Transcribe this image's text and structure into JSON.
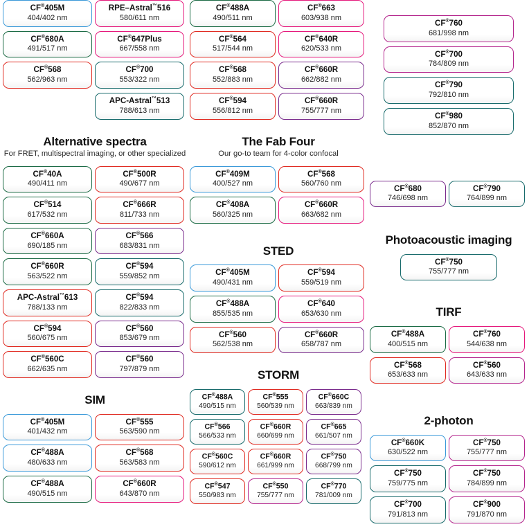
{
  "colors": {
    "blue": "#3b9ad9",
    "green": "#1c6b45",
    "red": "#e02b22",
    "pink": "#e5197c",
    "teal": "#186b6c",
    "purple": "#7a2c8d",
    "magenta": "#b4258d"
  },
  "left": {
    "top_group": {
      "chips": [
        {
          "name": "CF",
          "reg": "®",
          "num": "405M",
          "spec": "404/402 nm",
          "color": "blue"
        },
        {
          "name": "RPE–Astral",
          "tm": "™",
          "num": "516",
          "spec": "580/611 nm",
          "color": "pink"
        },
        {
          "name": "CF",
          "reg": "®",
          "num": "680A",
          "spec": "491/517 nm",
          "color": "green"
        },
        {
          "name": "CF",
          "reg": "®",
          "num": "647Plus",
          "spec": "667/558 nm",
          "color": "pink"
        },
        {
          "name": "CF",
          "reg": "®",
          "num": "568",
          "spec": "562/963 nm",
          "color": "red"
        },
        {
          "name": "CF",
          "reg": "®",
          "num": "700",
          "spec": "553/322 nm",
          "color": "teal"
        },
        {
          "name": "",
          "num": "",
          "spec": "",
          "color": "none",
          "empty": true
        },
        {
          "name": "APC-Astral",
          "tm": "™",
          "num": "513",
          "spec": "788/613 nm",
          "color": "teal"
        }
      ]
    },
    "alternative": {
      "title": "Alternative spectra",
      "subtitle": "For FRET, multispectral imaging, or other specialized",
      "chips": [
        {
          "name": "CF",
          "reg": "®",
          "num": "40A",
          "spec": "490/411 nm",
          "color": "green"
        },
        {
          "name": "CF",
          "reg": "®",
          "num": "500R",
          "spec": "490/677 nm",
          "color": "red"
        },
        {
          "name": "CF",
          "reg": "®",
          "num": "514",
          "spec": "617/532 nm",
          "color": "green"
        },
        {
          "name": "CF",
          "reg": "®",
          "num": "666R",
          "spec": "811/733 nm",
          "color": "red"
        },
        {
          "name": "CF",
          "reg": "®",
          "num": "660A",
          "spec": "690/185 nm",
          "color": "green"
        },
        {
          "name": "CF",
          "reg": "®",
          "num": "566",
          "spec": "683/831 nm",
          "color": "purple"
        },
        {
          "name": "CF",
          "reg": "®",
          "num": "660R",
          "spec": "563/522 nm",
          "color": "green"
        },
        {
          "name": "CF",
          "reg": "®",
          "num": "594",
          "spec": "559/852 nm",
          "color": "teal"
        },
        {
          "name": "APC-Astral",
          "tm": "™",
          "num": "613",
          "spec": "788/133 nm",
          "color": "red"
        },
        {
          "name": "CF",
          "reg": "®",
          "num": "594",
          "spec": "822/833 nm",
          "color": "teal"
        },
        {
          "name": "CF",
          "reg": "®",
          "num": "594",
          "spec": "560/675 nm",
          "color": "red"
        },
        {
          "name": "CF",
          "reg": "®",
          "num": "560",
          "spec": "853/679 nm",
          "color": "purple"
        },
        {
          "name": "CF",
          "reg": "®",
          "num": "560C",
          "spec": "662/635 nm",
          "color": "red"
        },
        {
          "name": "CF",
          "reg": "®",
          "num": "560",
          "spec": "797/879 nm",
          "color": "purple"
        }
      ]
    },
    "sim": {
      "title": "SIM",
      "chips": [
        {
          "name": "CF",
          "reg": "®",
          "num": "405M",
          "spec": "401/432 nm",
          "color": "blue"
        },
        {
          "name": "CF",
          "reg": "®",
          "num": "555",
          "spec": "563/590 nm",
          "color": "red"
        },
        {
          "name": "CF",
          "reg": "®",
          "num": "488A",
          "spec": "480/633 nm",
          "color": "blue"
        },
        {
          "name": "CF",
          "reg": "®",
          "num": "568",
          "spec": "563/583 nm",
          "color": "red"
        },
        {
          "name": "CF",
          "reg": "®",
          "num": "488A",
          "spec": "490/515 nm",
          "color": "green"
        },
        {
          "name": "CF",
          "reg": "®",
          "num": "660R",
          "spec": "643/870 nm",
          "color": "pink"
        }
      ]
    }
  },
  "mid": {
    "top_group": {
      "chips": [
        {
          "name": "CF",
          "reg": "®",
          "num": "488A",
          "spec": "490/511 nm",
          "color": "green"
        },
        {
          "name": "CF",
          "reg": "®",
          "num": "663",
          "spec": "603/938 nm",
          "color": "pink"
        },
        {
          "name": "CF",
          "reg": "®",
          "num": "564",
          "spec": "517/544 nm",
          "color": "red"
        },
        {
          "name": "CF",
          "reg": "®",
          "num": "640R",
          "spec": "620/533 nm",
          "color": "pink"
        },
        {
          "name": "CF",
          "reg": "®",
          "num": "568",
          "spec": "552/883 nm",
          "color": "red"
        },
        {
          "name": "CF",
          "reg": "®",
          "num": "660R",
          "spec": "662/882 nm",
          "color": "purple"
        },
        {
          "name": "CF",
          "reg": "®",
          "num": "594",
          "spec": "556/812 nm",
          "color": "red"
        },
        {
          "name": "CF",
          "reg": "®",
          "num": "660R",
          "spec": "755/777 nm",
          "color": "purple"
        }
      ]
    },
    "fab_four": {
      "title": "The Fab Four",
      "subtitle": "Our go-to team for 4-color confocal",
      "chips": [
        {
          "name": "CF",
          "reg": "®",
          "num": "409M",
          "spec": "400/527 nm",
          "color": "blue"
        },
        {
          "name": "CF",
          "reg": "®",
          "num": "568",
          "spec": "560/760 nm",
          "color": "red"
        },
        {
          "name": "CF",
          "reg": "®",
          "num": "408A",
          "spec": "560/325 nm",
          "color": "green"
        },
        {
          "name": "CF",
          "reg": "®",
          "num": "660R",
          "spec": "663/682 nm",
          "color": "pink"
        }
      ]
    },
    "sted": {
      "title": "STED",
      "chips": [
        {
          "name": "CF",
          "reg": "®",
          "num": "405M",
          "spec": "490/431 nm",
          "color": "blue"
        },
        {
          "name": "CF",
          "reg": "®",
          "num": "594",
          "spec": "559/519 nm",
          "color": "red"
        },
        {
          "name": "CF",
          "reg": "®",
          "num": "488A",
          "spec": "855/535 nm",
          "color": "green"
        },
        {
          "name": "CF",
          "reg": "®",
          "num": "640",
          "spec": "653/630 nm",
          "color": "pink"
        },
        {
          "name": "CF",
          "reg": "®",
          "num": "560",
          "spec": "562/538 nm",
          "color": "red"
        },
        {
          "name": "CF",
          "reg": "®",
          "num": "660R",
          "spec": "658/787 nm",
          "color": "purple"
        }
      ]
    },
    "storm": {
      "title": "STORM",
      "chips": [
        {
          "name": "CF",
          "reg": "®",
          "num": "488A",
          "spec": "490/515 nm",
          "color": "teal"
        },
        {
          "name": "CF",
          "reg": "®",
          "num": "555",
          "spec": "560/539 nm",
          "color": "red"
        },
        {
          "name": "CF",
          "reg": "®",
          "num": "660C",
          "spec": "663/839 nm",
          "color": "purple"
        },
        {
          "name": "CF",
          "reg": "®",
          "num": "566",
          "spec": "566/533 nm",
          "color": "teal"
        },
        {
          "name": "CF",
          "reg": "®",
          "num": "660R",
          "spec": "660/699 nm",
          "color": "red"
        },
        {
          "name": "CF",
          "reg": "®",
          "num": "665",
          "spec": "661/507 nm",
          "color": "purple"
        },
        {
          "name": "CF",
          "reg": "®",
          "num": "560C",
          "spec": "590/612 nm",
          "color": "red"
        },
        {
          "name": "CF",
          "reg": "®",
          "num": "660R",
          "spec": "661/999 nm",
          "color": "red"
        },
        {
          "name": "CF",
          "reg": "®",
          "num": "750",
          "spec": "668/799 nm",
          "color": "purple"
        },
        {
          "name": "CF",
          "reg": "®",
          "num": "547",
          "spec": "550/983 nm",
          "color": "red"
        },
        {
          "name": "CF",
          "reg": "®",
          "num": "550",
          "spec": "755/777 nm",
          "color": "magenta"
        },
        {
          "name": "CF",
          "reg": "®",
          "num": "770",
          "spec": "781/009 nm",
          "color": "teal"
        }
      ]
    }
  },
  "right": {
    "top_group": {
      "chips": [
        {
          "name": "CF",
          "reg": "®",
          "num": "760",
          "spec": "681/998 nm",
          "color": "magenta"
        },
        {
          "name": "CF",
          "reg": "®",
          "num": "700",
          "spec": "784/809 nm",
          "color": "magenta"
        },
        {
          "name": "CF",
          "reg": "®",
          "num": "790",
          "spec": "792/810 nm",
          "color": "teal"
        },
        {
          "name": "CF",
          "reg": "®",
          "num": "980",
          "spec": "852/870 nm",
          "color": "teal"
        }
      ]
    },
    "pair_group": {
      "chips": [
        {
          "name": "CF",
          "reg": "®",
          "num": "680",
          "spec": "746/698 nm",
          "color": "purple"
        },
        {
          "name": "CF",
          "reg": "®",
          "num": "790",
          "spec": "764/899 nm",
          "color": "teal"
        }
      ]
    },
    "photoacoustic": {
      "title": "Photoacoustic imaging",
      "chips": [
        {
          "name": "CF",
          "reg": "®",
          "num": "750",
          "spec": "755/777 nm",
          "color": "teal"
        }
      ]
    },
    "tirf": {
      "title": "TIRF",
      "chips": [
        {
          "name": "CF",
          "reg": "®",
          "num": "488A",
          "spec": "400/515 nm",
          "color": "green"
        },
        {
          "name": "CF",
          "reg": "®",
          "num": "760",
          "spec": "544/638 nm",
          "color": "pink"
        },
        {
          "name": "CF",
          "reg": "®",
          "num": "568",
          "spec": "653/633 nm",
          "color": "red"
        },
        {
          "name": "CF",
          "reg": "®",
          "num": "560",
          "spec": "643/633 nm",
          "color": "magenta"
        }
      ]
    },
    "two_photon": {
      "title": "2-photon",
      "chips": [
        {
          "name": "CF",
          "reg": "®",
          "num": "660K",
          "spec": "630/522 nm",
          "color": "blue"
        },
        {
          "name": "CF",
          "reg": "®",
          "num": "750",
          "spec": "755/777 nm",
          "color": "magenta"
        },
        {
          "name": "CF",
          "reg": "®",
          "num": "750",
          "spec": "759/775 nm",
          "color": "teal"
        },
        {
          "name": "CF",
          "reg": "®",
          "num": "750",
          "spec": "784/899 nm",
          "color": "magenta"
        },
        {
          "name": "CF",
          "reg": "®",
          "num": "700",
          "spec": "791/813 nm",
          "color": "teal"
        },
        {
          "name": "CF",
          "reg": "®",
          "num": "900",
          "spec": "791/870 nm",
          "color": "magenta"
        }
      ]
    }
  }
}
